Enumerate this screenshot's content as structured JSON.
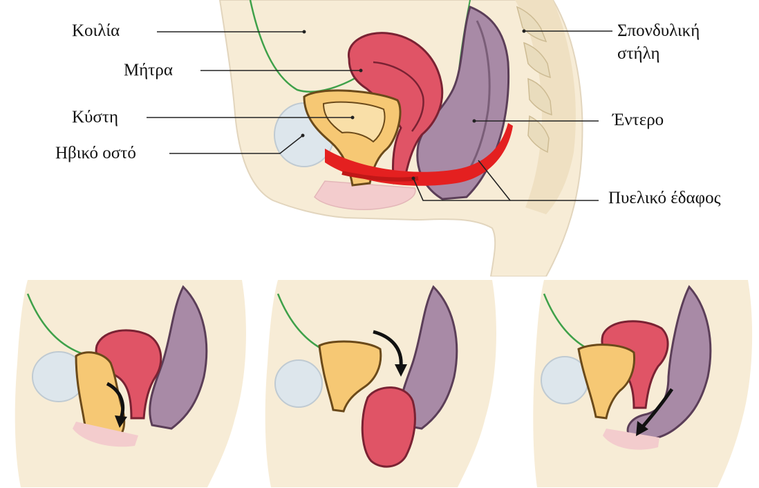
{
  "labels": {
    "abdomen": "Κοιλία",
    "uterus": "Μήτρα",
    "bladder": "Κύστη",
    "pubic_bone": "Ηβικό οστό",
    "spine_line1": "Σπονδυλική",
    "spine_line2": "στήλη",
    "bowel": "Έντερο",
    "pelvic_floor": "Πυελικό έδαφος"
  },
  "colors": {
    "skin": "#f7ecd6",
    "skin_outline": "#e2d5bd",
    "abdominal_lining": "#3fa14a",
    "uterus": "#e05466",
    "uterus_outline": "#7a2233",
    "bladder": "#f6c874",
    "bladder_outline": "#6b4a1a",
    "bladder_inner": "#f9dfa8",
    "bowel": "#a88aa6",
    "bowel_outline": "#5b3e58",
    "pubic_bone": "#dde6ec",
    "pelvic_floor": "#e42020",
    "vertebrae": "#e9dcbd",
    "perineum": "#f3cccd",
    "arrow": "#111111",
    "leader_line": "#222222"
  }
}
